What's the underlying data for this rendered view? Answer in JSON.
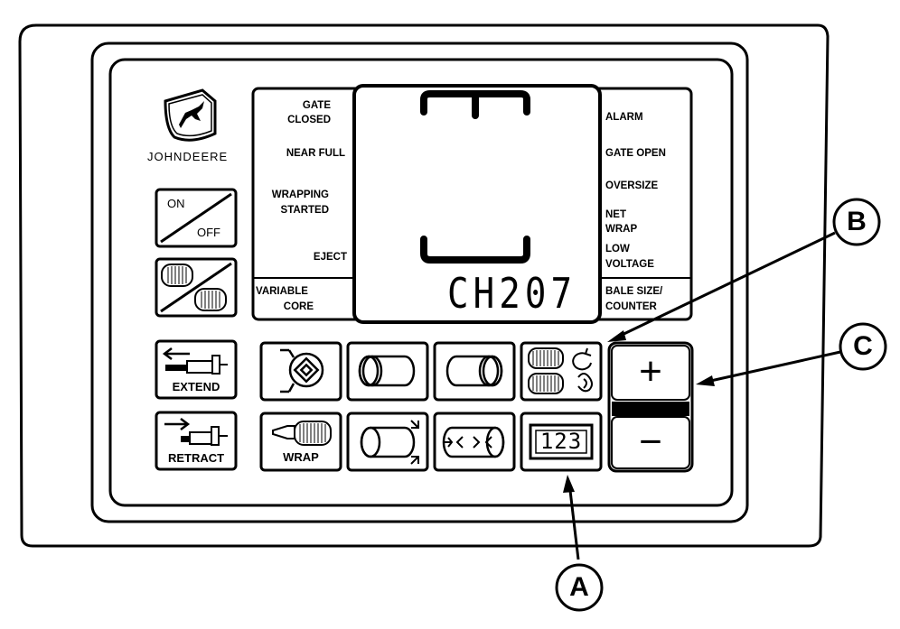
{
  "brand": {
    "logo_icon": "john-deere-leaping-deer-icon",
    "name": "JOHNDEERE"
  },
  "display": {
    "readout": "CH207",
    "left_labels": {
      "gate_closed": [
        "GATE",
        "CLOSED"
      ],
      "near_full": "NEAR FULL",
      "wrapping_started": [
        "WRAPPING",
        "STARTED"
      ],
      "eject": "EJECT",
      "variable_core": [
        "VARIABLE",
        "CORE"
      ]
    },
    "right_labels": {
      "alarm": "ALARM",
      "gate_open": "GATE OPEN",
      "oversize": "OVERSIZE",
      "net_wrap": [
        "NET",
        "WRAP"
      ],
      "low_voltage": [
        "LOW",
        "VOLTAGE"
      ],
      "bale_size_counter": [
        "BALE SIZE/",
        "COUNTER"
      ]
    }
  },
  "buttons": {
    "on_off": {
      "on": "ON",
      "off": "OFF"
    },
    "extend": "EXTEND",
    "retract": "RETRACT",
    "wrap": "WRAP",
    "counter": "123",
    "plus": "+",
    "minus": "−"
  },
  "callouts": {
    "a": "A",
    "b": "B",
    "c": "C"
  }
}
